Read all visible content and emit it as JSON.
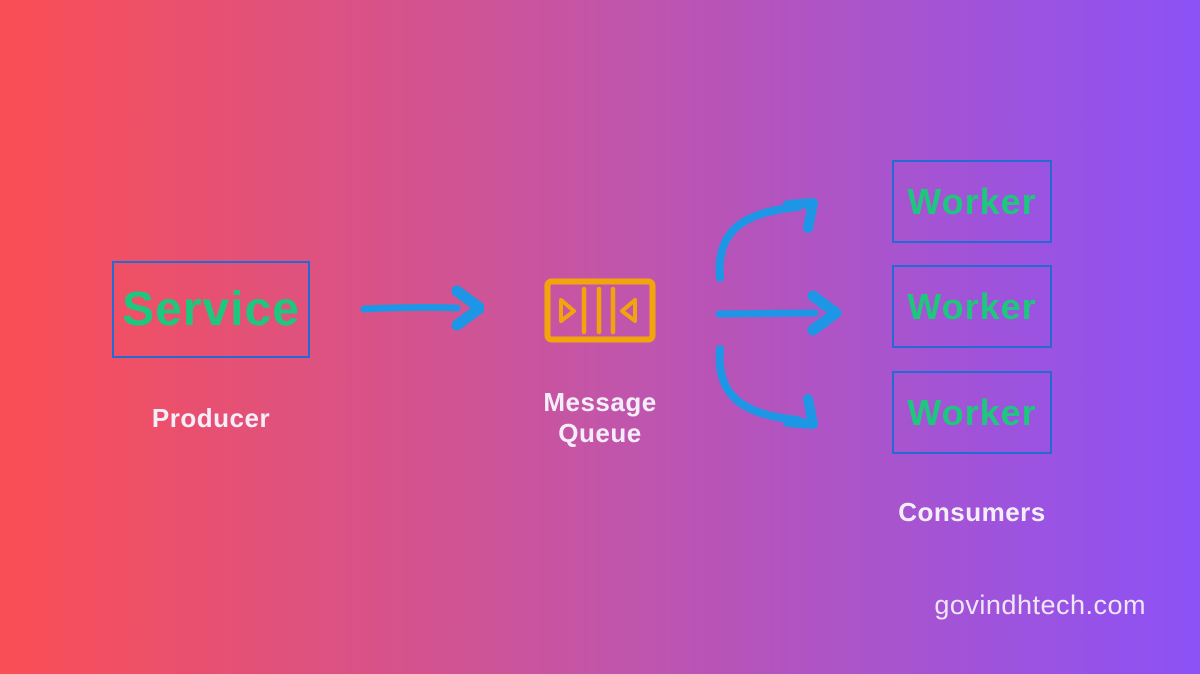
{
  "diagram_title": "message-queue-architecture",
  "producer": {
    "box_label": "Service",
    "caption": "Producer"
  },
  "queue": {
    "caption": "Message Queue",
    "icon": "message-queue-icon"
  },
  "consumers": {
    "workers": [
      {
        "label": "Worker"
      },
      {
        "label": "Worker"
      },
      {
        "label": "Worker"
      }
    ],
    "caption": "Consumers"
  },
  "watermark": "govindhtech.com",
  "flow": {
    "producer_to_queue": "straight-arrow",
    "queue_to_workers": [
      "curved-up-arrow",
      "straight-arrow",
      "curved-down-arrow"
    ]
  },
  "colors": {
    "bg_left": "#fb4e54",
    "bg_mid": "#c355a8",
    "bg_right": "#8c52f6",
    "box_border_blue": "#2569d2",
    "label_green": "#1ec77e",
    "arrow_blue": "#1e96e6",
    "queue_orange": "#f2a40c",
    "caption_white": "#f4eefb"
  }
}
